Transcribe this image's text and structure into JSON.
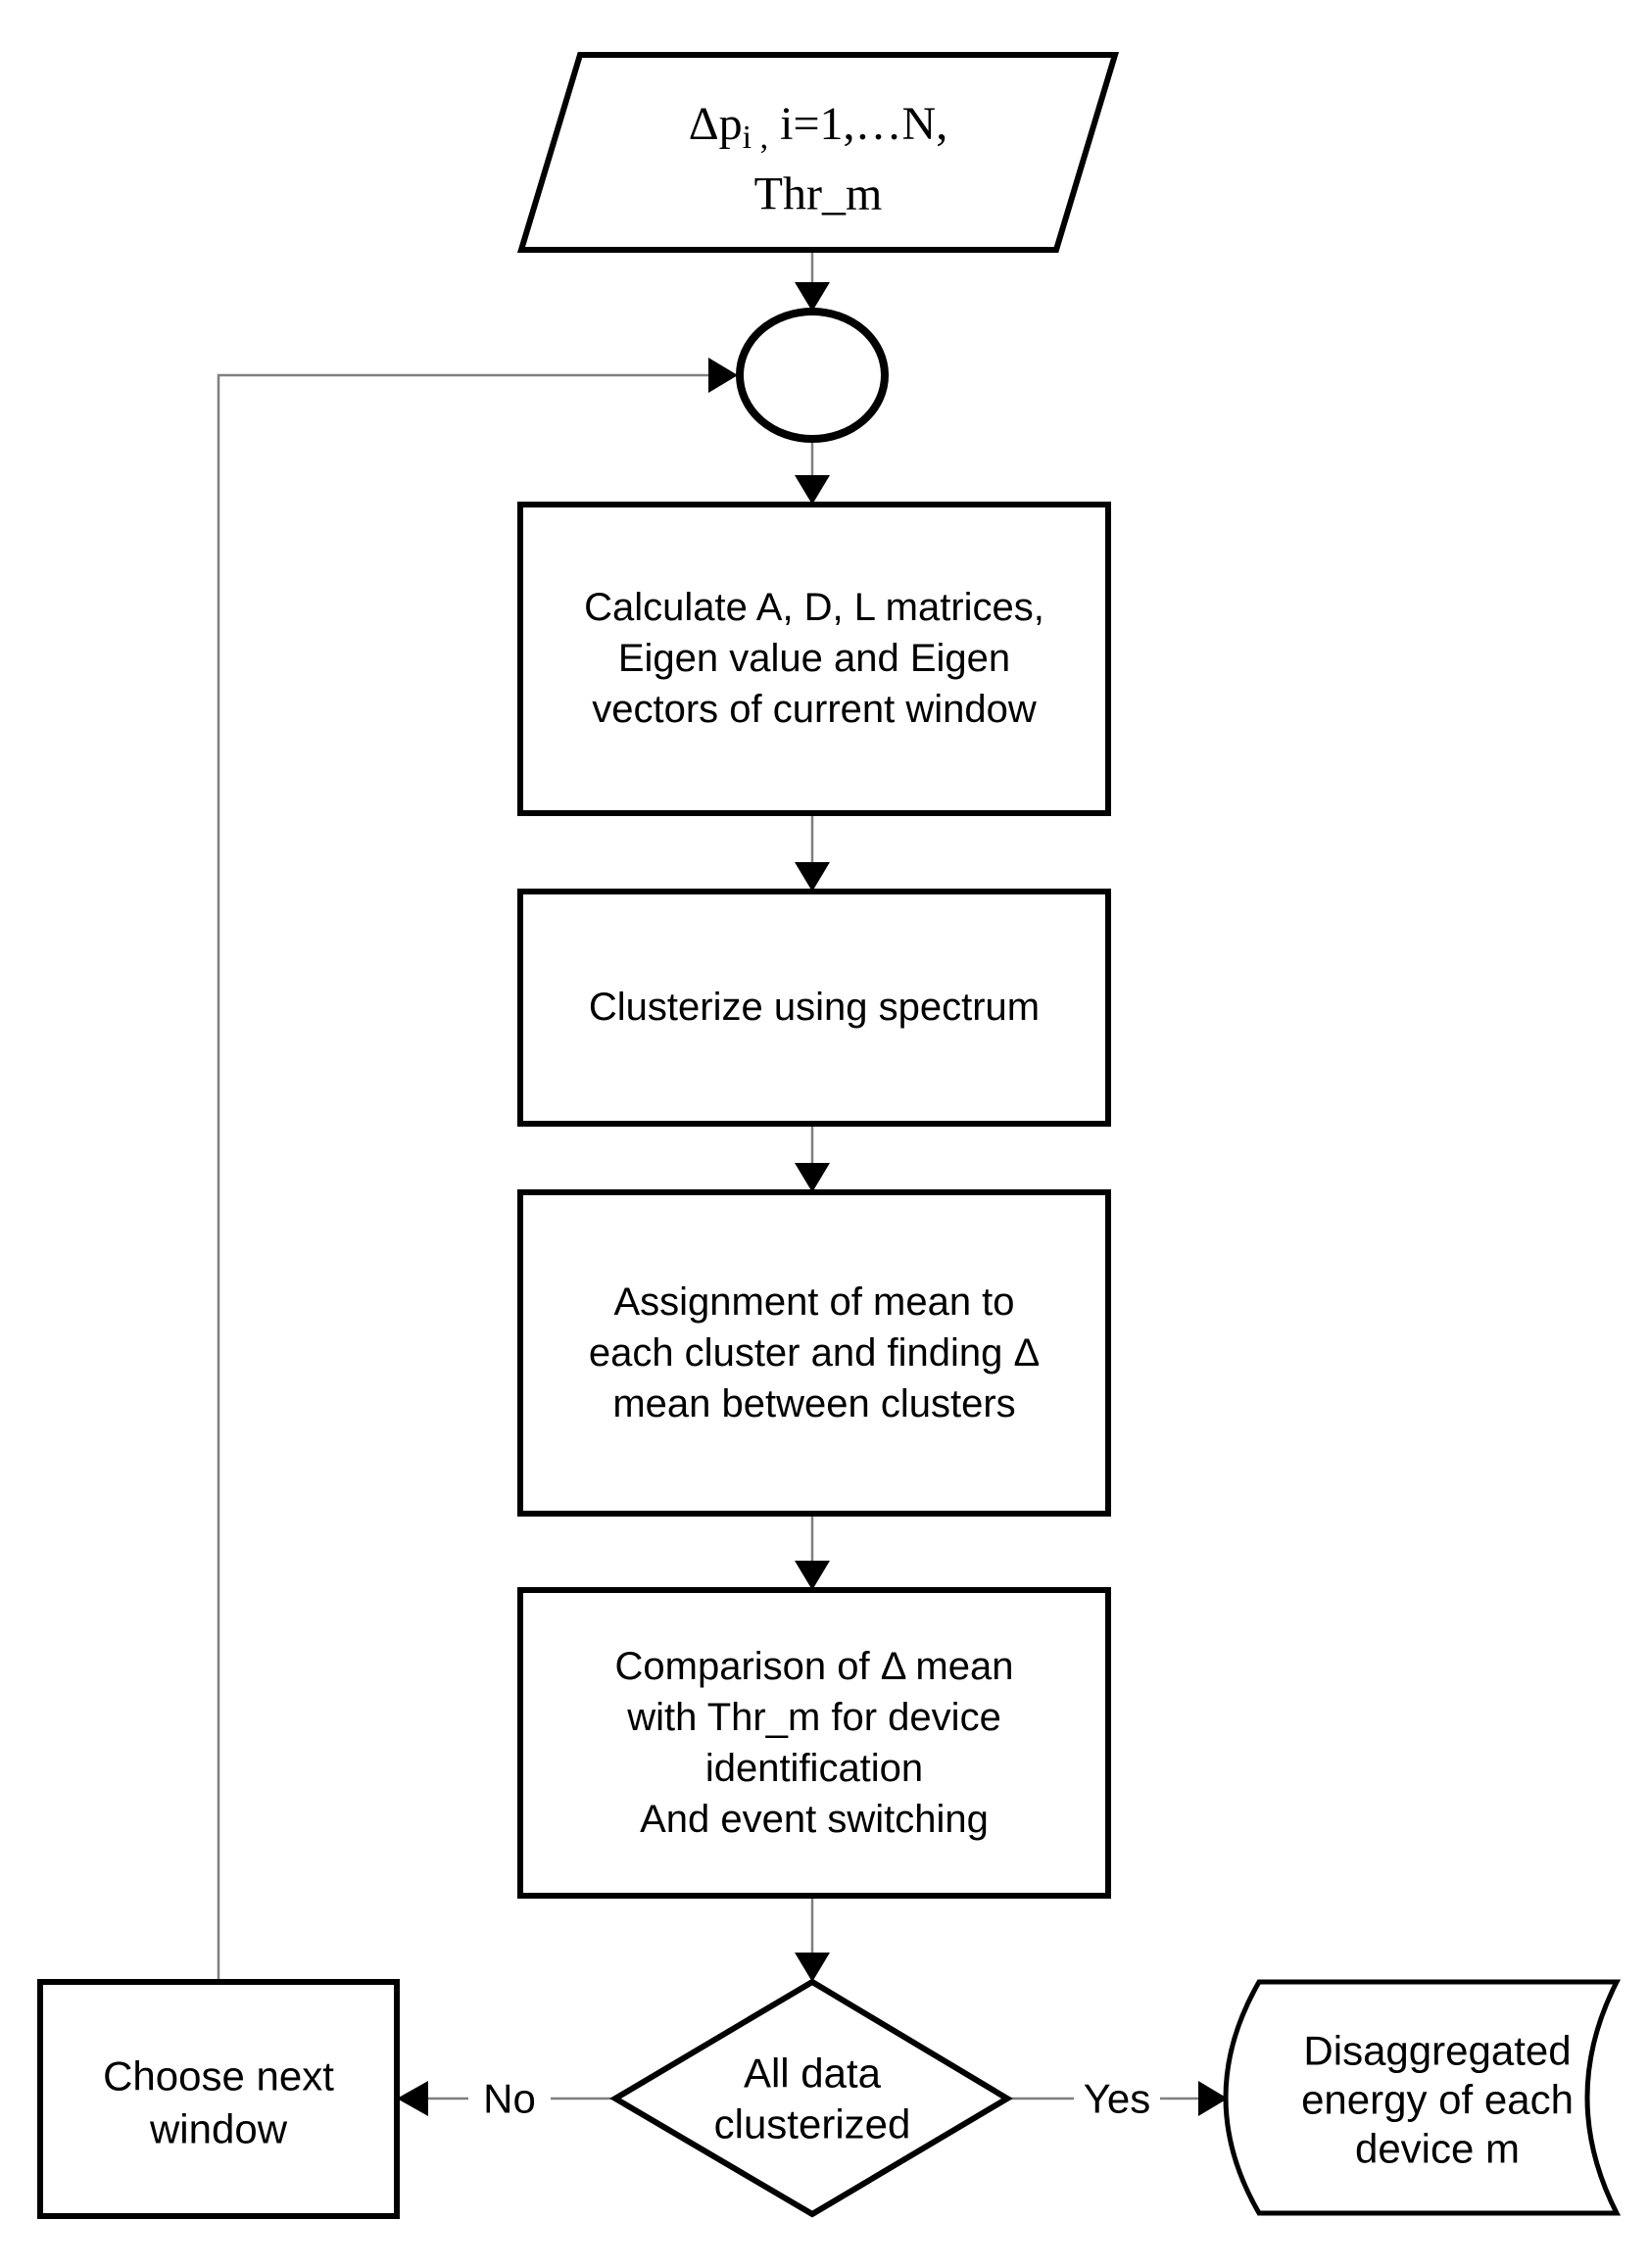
{
  "flowchart": {
    "colors": {
      "shape_stroke": "#000000",
      "connector_line": "#7f7f7f",
      "background": "#ffffff",
      "text": "#000000"
    },
    "input": {
      "line1_main": "Δp",
      "line1_sub": "i ,",
      "line1_rest": " i=1,…N,",
      "line2": "Thr_m"
    },
    "process_calculate": {
      "line1": "Calculate A, D, L matrices,",
      "line2": "Eigen value and Eigen",
      "line3": "vectors of current window"
    },
    "process_clusterize": {
      "line1": "Clusterize using spectrum"
    },
    "process_assignment": {
      "line1": "Assignment of mean to",
      "line2": "each cluster and finding Δ",
      "line3": "mean between clusters"
    },
    "process_comparison": {
      "line1": "Comparison of Δ mean",
      "line2": "with Thr_m for device",
      "line3": "identification",
      "line4": "And event switching"
    },
    "decision": {
      "line1": "All data",
      "line2": "clusterized"
    },
    "branches": {
      "no_label": "No",
      "yes_label": "Yes"
    },
    "loop_process": {
      "line1": "Choose next",
      "line2": "window"
    },
    "output": {
      "line1": "Disaggregated",
      "line2": "energy of each",
      "line3": "device m"
    }
  }
}
